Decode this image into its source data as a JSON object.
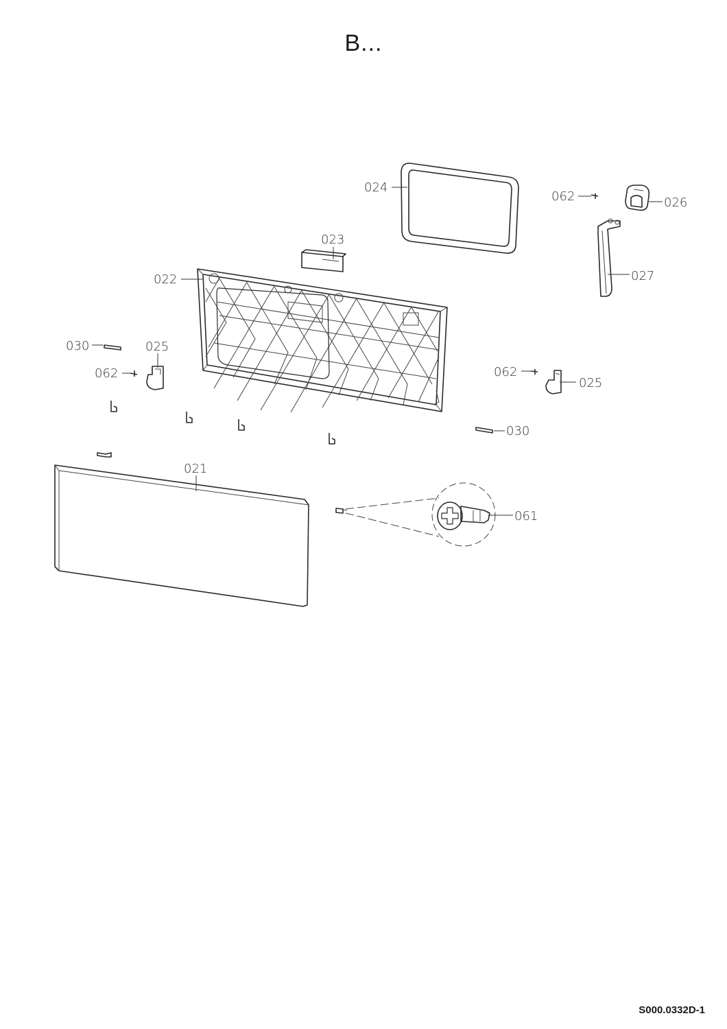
{
  "title": "B...",
  "doc_code": "S000.0332D-1",
  "callouts": {
    "c021": "021",
    "c022": "022",
    "c023": "023",
    "c024": "024",
    "c025a": "025",
    "c025b": "025",
    "c026": "026",
    "c027": "027",
    "c030a": "030",
    "c030b": "030",
    "c061": "061",
    "c062a": "062",
    "c062b": "062",
    "c062c": "062"
  }
}
